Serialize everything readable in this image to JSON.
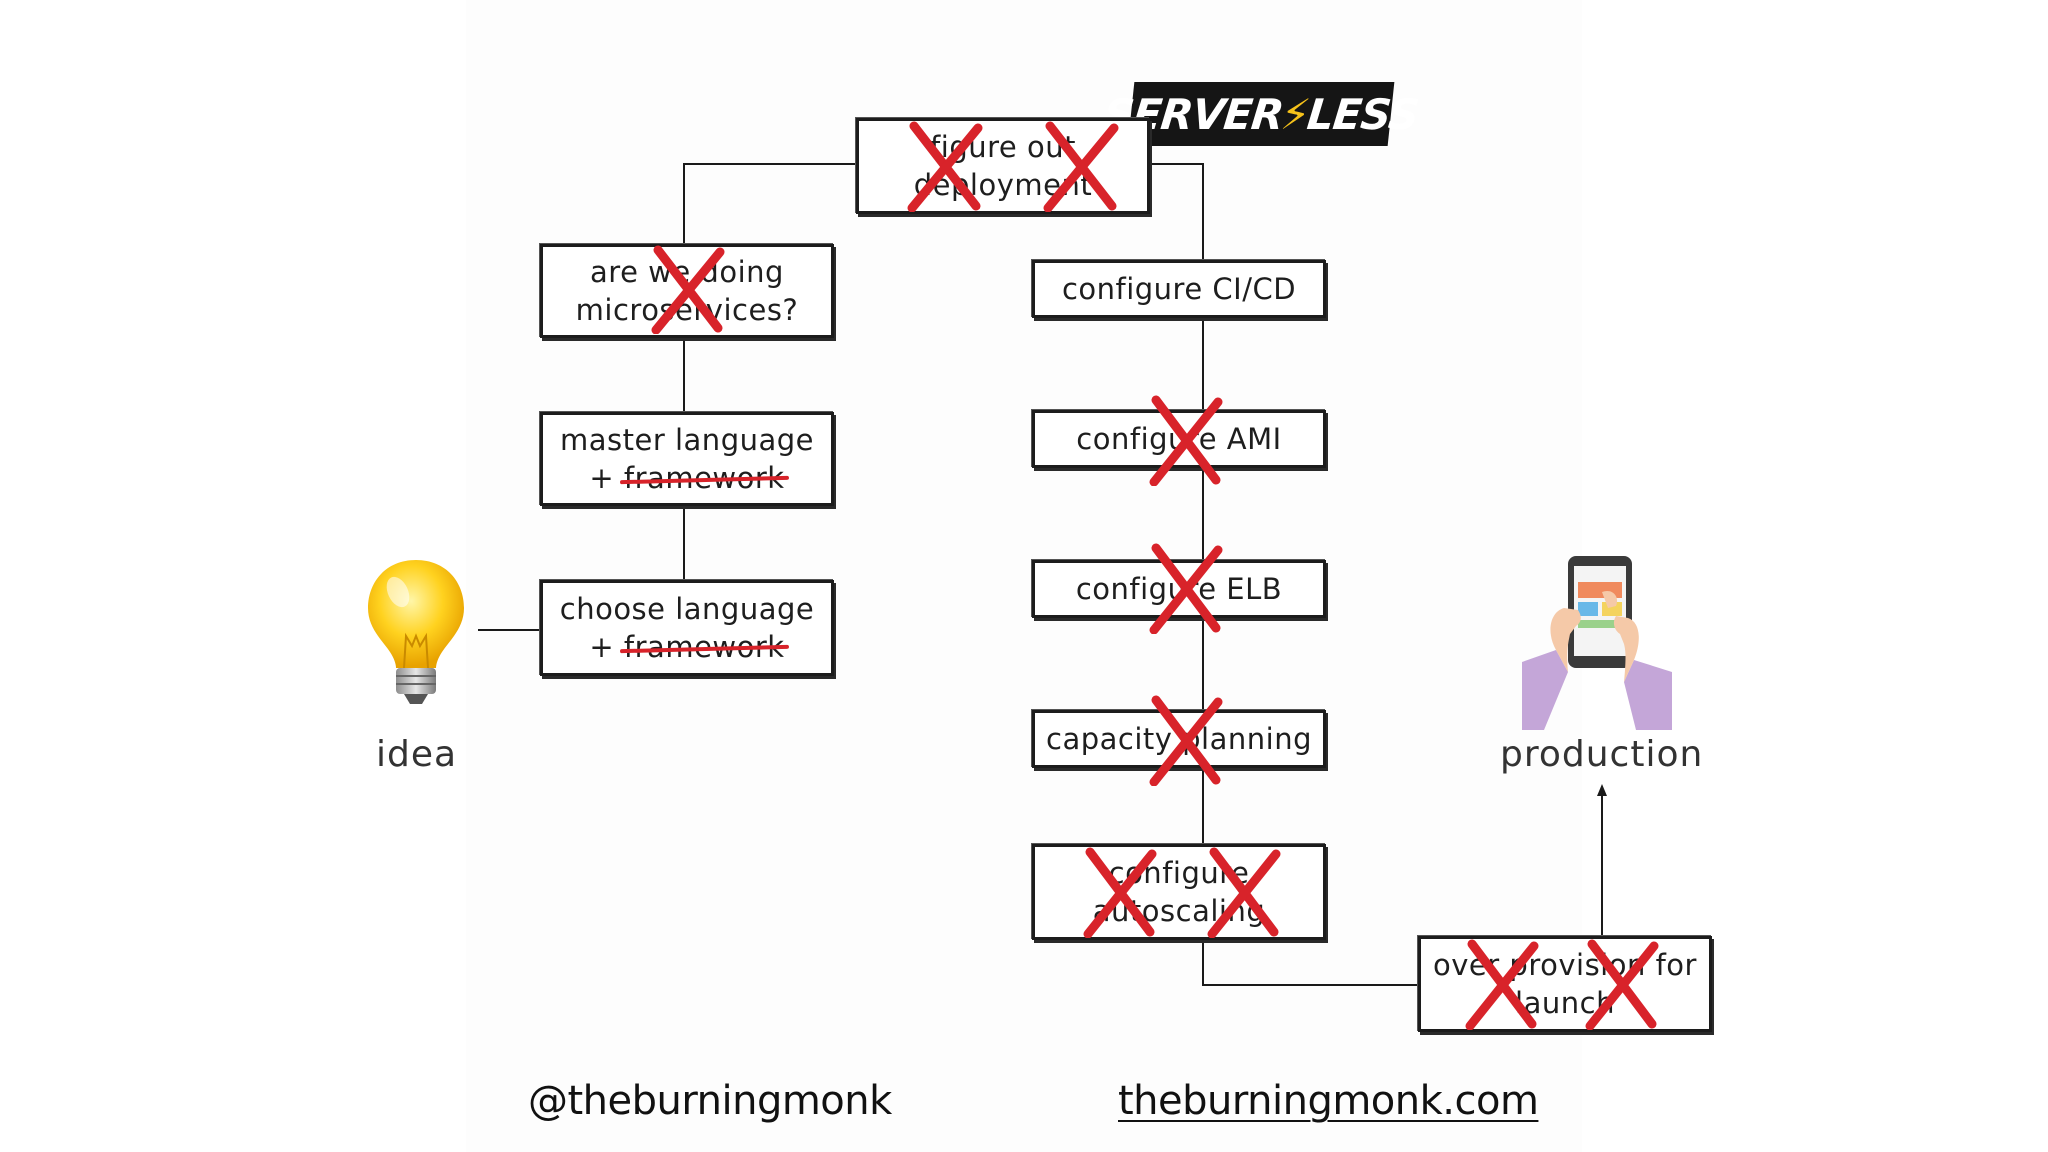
{
  "logo": {
    "left": "SERVER",
    "bolt": "⚡",
    "right": "LESS"
  },
  "steps": {
    "figure_out_deployment": {
      "line1": "figure out",
      "line2": "deployment"
    },
    "microservices": {
      "line1": "are we doing",
      "line2": "microservices?"
    },
    "master_language": {
      "line1": "master language",
      "line2_prefix": "+ ",
      "line2_struck": "framework"
    },
    "choose_language": {
      "line1": "choose language",
      "line2_prefix": "+ ",
      "line2_struck": "framework"
    },
    "configure_cicd": {
      "line1": "configure CI/CD"
    },
    "configure_ami": {
      "line1": "configure AMI"
    },
    "configure_elb": {
      "line1": "configure ELB"
    },
    "capacity_planning": {
      "line1": "capacity planning"
    },
    "configure_autoscaling": {
      "line1": "configure",
      "line2": "autoscaling"
    },
    "over_provision": {
      "line1": "over provision for",
      "line2": "launch"
    }
  },
  "captions": {
    "idea": "idea",
    "production": "production"
  },
  "icons": {
    "idea": "lightbulb-icon",
    "production": "phone-in-hands-icon",
    "crossed_out": "red-x-icon"
  },
  "colors": {
    "cross": "#d8232a",
    "box_border": "#1c1c1c",
    "bulb": "#ffd21f",
    "logo_bg": "#151515",
    "logo_bolt": "#f6c21a"
  },
  "footer": {
    "handle": "@theburningmonk",
    "website": "theburningmonk.com"
  }
}
